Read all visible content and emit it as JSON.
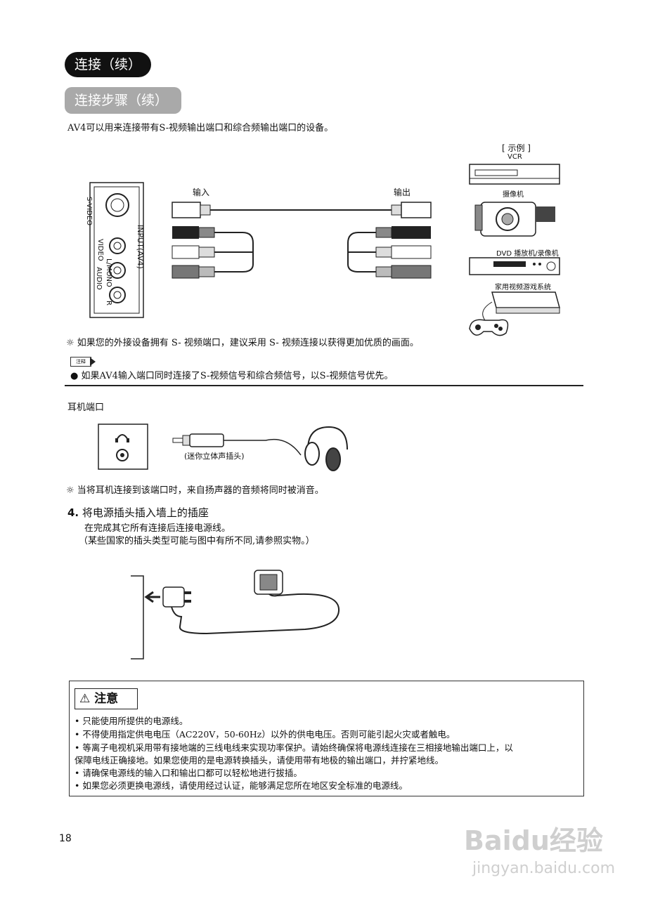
{
  "header": {
    "section_title": "连接（续）",
    "sub_title": "连接步骤（续）",
    "intro": "AV4可以用来连接带有S-视频输出端口和综合频输出端口的设备。"
  },
  "av_diagram": {
    "panel_input_label": "INPUT(AV4)",
    "panel_svideo": "S-VIDEO",
    "panel_video": "VIDEO",
    "panel_lmono": "L/MONO",
    "panel_audio": "AUDIO",
    "panel_r": "R",
    "input_label": "输入",
    "output_label": "输出",
    "example_label": "[ 示例 ]",
    "devices": [
      "VCR",
      "摄像机",
      "DVD 播放机/录像机",
      "家用视频游戏系统"
    ]
  },
  "tip_svideo": "如果您的外接设备拥有 S- 视频端口，建议采用 S- 视频连接以获得更加优质的画面。",
  "note_tag": "注释",
  "note_text": "如果AV4输入端口同时连接了S-视频信号和综合频信号，以S-视频信号优先。",
  "headphone": {
    "title": "耳机端口",
    "plug_label": "(迷你立体声插头)",
    "tip": "当将耳机连接到该端口时，来自扬声器的音频将同时被消音。"
  },
  "step4": {
    "number": "4.",
    "title": "将电源插头插入墙上的插座",
    "line1": "在完成其它所有连接后连接电源线。",
    "line2": "（某些国家的插头类型可能与图中有所不同,请参照实物。）"
  },
  "caution": {
    "title": "注意",
    "items": [
      "• 只能使用所提供的电源线。",
      "• 不得使用指定供电电压（AC220V，50-60Hz）以外的供电电压。否则可能引起火灾或者触电。",
      "• 等离子电视机采用带有接地端的三线电线来实现功率保护。请始终确保将电源线连接在三相接地输出端口上，以",
      "   保障电线正确接地。如果您使用的是电源转换插头，请使用带有地极的输出端口，并拧紧地线。",
      "• 请确保电源线的输入口和输出口都可以轻松地进行拔插。",
      "• 如果您必须更换电源线，请使用经过认证，能够满足您所在地区安全标准的电源线。"
    ]
  },
  "page_number": "18",
  "watermark": {
    "brand": "Baidu经验",
    "url": "jingyan.baidu.com"
  }
}
